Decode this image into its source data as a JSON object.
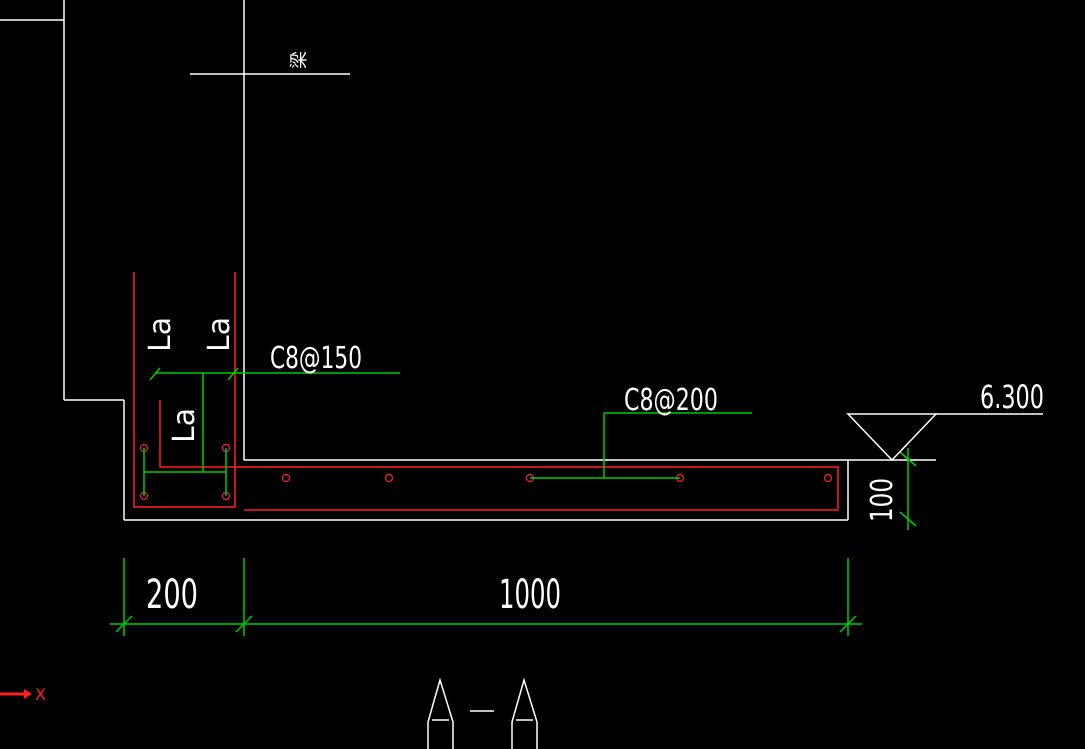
{
  "canvas": {
    "background": "#000000"
  },
  "colors": {
    "outline": "#ffffff",
    "rebar": "#ff2020",
    "dimension": "#00cc00",
    "axis_indicator": "#ff2020"
  },
  "labels": {
    "level_top_mark": "梁",
    "anchor_left": "La",
    "anchor_right": "La",
    "anchor_inner": "La",
    "rebar_wall": "C8@150",
    "rebar_slab": "C8@200",
    "elevation": "6.300",
    "slab_thickness": "100",
    "width_wall": "200",
    "width_slab": "1000",
    "section_title_left": "A",
    "section_title_right": "A",
    "axis_x": "X"
  },
  "icons": {
    "elevation_marker": "triangle-elevation-icon",
    "axis_arrow": "arrow-right-icon"
  }
}
